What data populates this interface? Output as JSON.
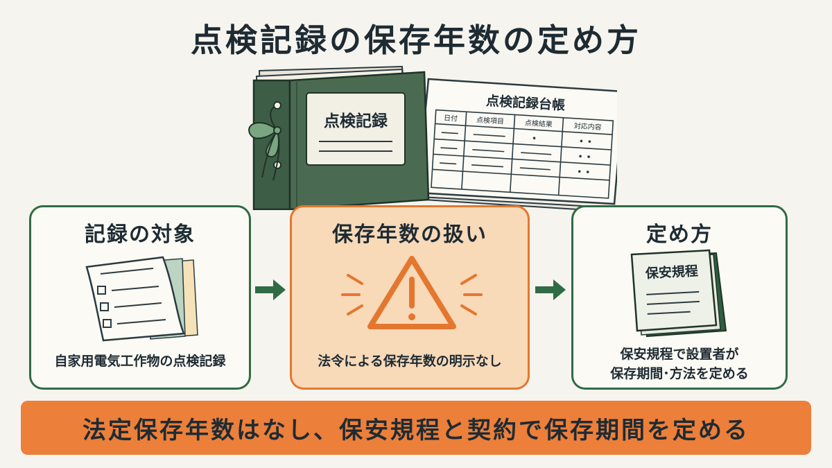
{
  "title": "点検記録の保存年数の定め方",
  "illustration": {
    "binder_label": "点検記録",
    "ledger": {
      "title": "点検記録台帳",
      "columns": [
        "日付",
        "点検項目",
        "点検結果",
        "対応内容"
      ]
    }
  },
  "cards": [
    {
      "title": "記録の対象",
      "caption": "自家用電気工作物の点検記録"
    },
    {
      "title": "保存年数の扱い",
      "caption": "法令による保存年数の明示なし"
    },
    {
      "title": "定め方",
      "book_label": "保安規程",
      "caption_lines": [
        "保安規程で設置者が",
        "保存期間･方法を定める"
      ]
    }
  ],
  "banner": "法定保存年数はなし、保安規程と契約で保存期間を定める",
  "colors": {
    "green": "#2f6b45",
    "orange": "#e3772f",
    "banner": "#ec7f3a",
    "orange_fill": "#f8d9b8",
    "background": "#f6f4ee"
  }
}
